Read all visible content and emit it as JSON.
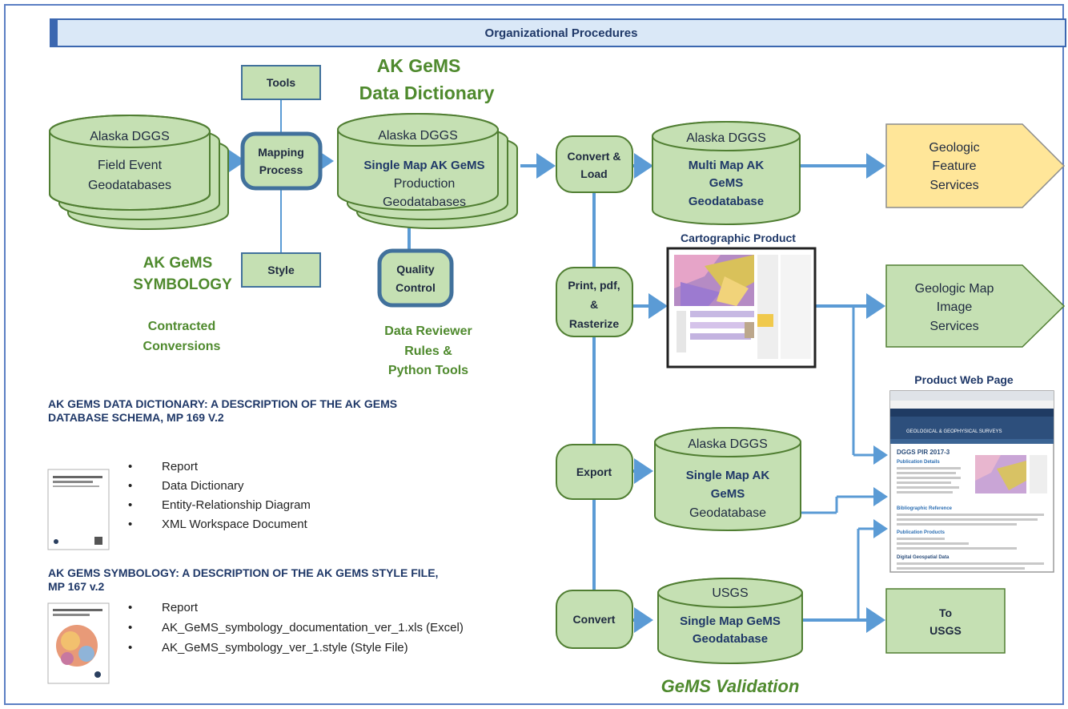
{
  "header": {
    "title": "Organizational Procedures"
  },
  "labels": {
    "dictionary_title_1": "AK GeMS",
    "dictionary_title_2": "Data Dictionary",
    "symbology_1": "AK GeMS",
    "symbology_2": "SYMBOLOGY",
    "contracted_1": "Contracted",
    "contracted_2": "Conversions",
    "reviewer_1": "Data Reviewer",
    "reviewer_2": "Rules &",
    "reviewer_3": "Python Tools",
    "gems_validation": "GeMS Validation",
    "cartographic_product": "Cartographic Product",
    "product_web_page": "Product Web Page"
  },
  "boxes": {
    "tools": "Tools",
    "style": "Style",
    "mapping_1": "Mapping",
    "mapping_2": "Process",
    "quality_1": "Quality",
    "quality_2": "Control",
    "convert_load_1": "Convert &",
    "convert_load_2": "Load",
    "print_1": "Print, pdf,",
    "print_2": "&",
    "print_3": "Rasterize",
    "export": "Export",
    "convert": "Convert"
  },
  "databases": {
    "field_1": "Alaska DGGS",
    "field_2": "Field Event",
    "field_3": "Geodatabases",
    "single_1": "Alaska DGGS",
    "single_2": "Single Map AK GeMS",
    "single_3": "Production",
    "single_4": "Geodatabases",
    "multi_1": "Alaska DGGS",
    "multi_2": "Multi Map AK",
    "multi_3": "GeMS",
    "multi_4": "Geodatabase",
    "export_1": "Alaska DGGS",
    "export_2": "Single Map AK",
    "export_3": "GeMS",
    "export_4": "Geodatabase",
    "usgs_1": "USGS",
    "usgs_2": "Single Map GeMS",
    "usgs_3": "Geodatabase"
  },
  "outputs": {
    "feature_1": "Geologic",
    "feature_2": "Feature",
    "feature_3": "Services",
    "image_1": "Geologic Map",
    "image_2": "Image",
    "image_3": "Services",
    "usgs_1": "To",
    "usgs_2": "USGS"
  },
  "docs": {
    "dictionary_heading_1": "AK GEMS DATA DICTIONARY: A DESCRIPTION OF THE AK GEMS",
    "dictionary_heading_2": "DATABASE SCHEMA, MP 169 V.2",
    "dictionary_items": [
      "Report",
      "Data Dictionary",
      "Entity-Relationship Diagram",
      "XML Workspace Document"
    ],
    "symbology_heading_1": "AK GEMS SYMBOLOGY: A DESCRIPTION OF THE AK GEMS STYLE FILE,",
    "symbology_heading_2": "MP 167 v.2",
    "symbology_items": [
      "Report",
      "AK_GeMS_symbology_documentation_ver_1.xls (Excel)",
      "AK_GeMS_symbology_ver_1.style (Style File)"
    ]
  },
  "webpage": {
    "site_name": "GEOLOGICAL & GEOPHYSICAL SURVEYS",
    "page_title": "DGGS PIR 2017-3",
    "section_1": "Publication Details",
    "section_2": "Bibliographic Reference",
    "section_3": "Publication Products",
    "section_4": "Digital Geospatial Data"
  },
  "colors": {
    "cylinder_fill": "#c5e0b3",
    "cylinder_stroke": "#507e32",
    "arrow": "#5b9bd5",
    "box_stroke": "#41719c",
    "feature_service_fill": "#ffe699",
    "green_text": "#4f8a2e"
  }
}
